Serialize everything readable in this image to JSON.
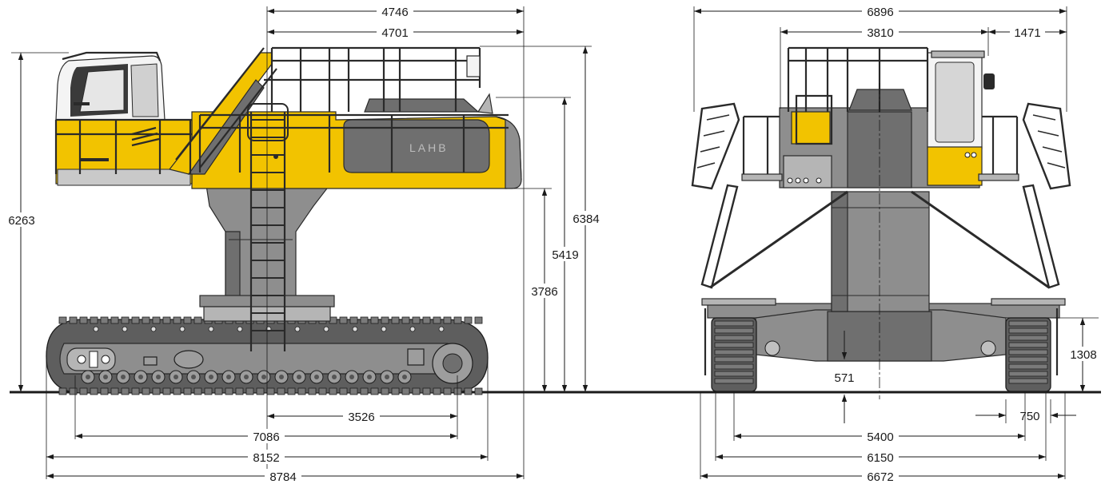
{
  "drawing": {
    "side_view": {
      "horizontal_dims_top": [
        "4746",
        "4701"
      ],
      "vertical_dims": [
        "6263",
        "6384",
        "5419",
        "3786"
      ],
      "horizontal_dims_bottom": [
        "3526",
        "7086",
        "8152",
        "8784"
      ],
      "logo_text": "LAHB"
    },
    "front_view": {
      "horizontal_dims_top": [
        "6896",
        "3810",
        "1471"
      ],
      "vertical_dims": [
        "571",
        "1308"
      ],
      "horizontal_dims_bottom": [
        "750",
        "5400",
        "6150",
        "6672"
      ]
    }
  }
}
